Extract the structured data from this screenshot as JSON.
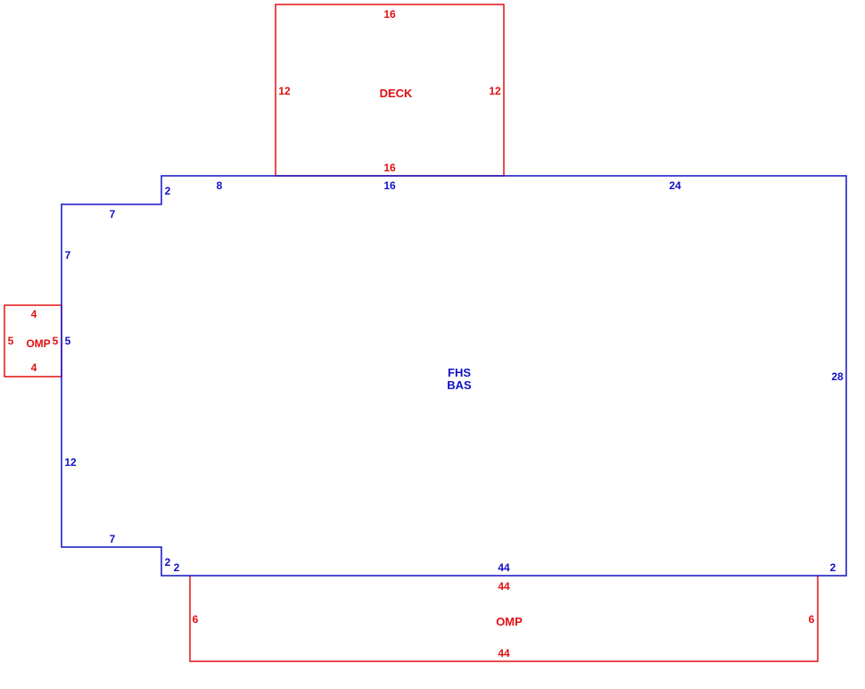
{
  "colors": {
    "main_structure": "#1010c8",
    "addition": "#e01010",
    "background": "#ffffff"
  },
  "deck": {
    "name": "DECK",
    "top": "16",
    "bottom": "16",
    "left": "12",
    "right": "12"
  },
  "main": {
    "name_line1": "FHS",
    "name_line2": "BAS",
    "top_notch": "2",
    "top_left": "8",
    "top_mid": "16",
    "top_right": "24",
    "upper_step": "7",
    "left_upper": "7",
    "left_mid": "5",
    "left_lower": "12",
    "lower_step": "7",
    "bottom_notch_a": "2",
    "bottom_notch_b": "2",
    "bottom": "44",
    "right": "28",
    "bottom_right": "2"
  },
  "omp_left": {
    "name": "OMP",
    "top": "4",
    "bottom": "4",
    "left": "5",
    "right": "5"
  },
  "omp_bottom": {
    "name": "OMP",
    "top": "44",
    "bottom": "44",
    "left": "6",
    "right": "6"
  }
}
